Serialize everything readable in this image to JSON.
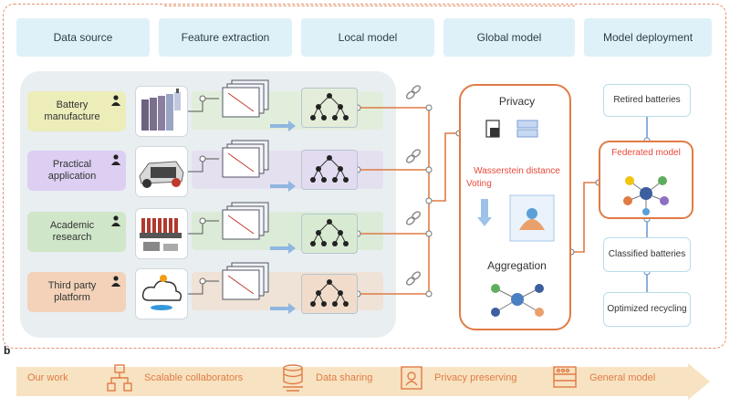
{
  "stages": [
    {
      "label": "Data source"
    },
    {
      "label": "Feature extraction"
    },
    {
      "label": "Local model"
    },
    {
      "label": "Global model"
    },
    {
      "label": "Model deployment"
    }
  ],
  "rows": [
    {
      "label": "Battery manufacture",
      "color": "#ecedb9",
      "band": "#e4ecc7"
    },
    {
      "label": "Practical application",
      "color": "#dccff2",
      "band": "#e0d7f1"
    },
    {
      "label": "Academic research",
      "color": "#cfe6c8",
      "band": "#d7e9cf"
    },
    {
      "label": "Third party platform",
      "color": "#f3d2b9",
      "band": "#f1dccb"
    }
  ],
  "global": {
    "privacy": "Privacy",
    "wasserstein": "Wasserstein distance",
    "voting": "Voting",
    "aggregation": "Aggregation"
  },
  "deployment": {
    "retired": "Retired batteries",
    "federated": "Federated model",
    "classified": "Classified batteries",
    "optimized": "Optimized recycling"
  },
  "section_b": {
    "label": "b",
    "items": [
      {
        "label": "Our work"
      },
      {
        "label": "Scalable collaborators"
      },
      {
        "label": "Data sharing"
      },
      {
        "label": "Privacy preserving"
      },
      {
        "label": "General model"
      }
    ]
  },
  "colors": {
    "accent": "#e07b45",
    "stage_bg": "#dff1f8",
    "red_text": "#e84a3c",
    "bar": "#f7e3c1"
  }
}
